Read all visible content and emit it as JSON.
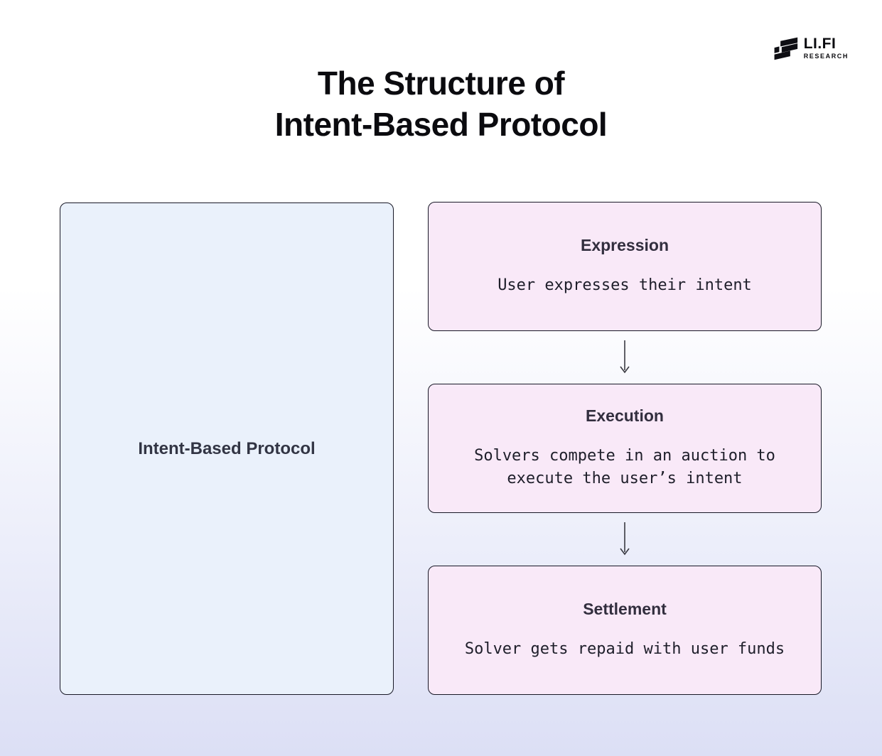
{
  "page": {
    "title_line1": "The Structure of",
    "title_line2": "Intent-Based Protocol"
  },
  "logo": {
    "brand": "LI.FI",
    "sub": "RESEARCH",
    "icon": "lifi-glitch-mark"
  },
  "left_panel": {
    "label": "Intent-Based Protocol"
  },
  "flow": {
    "steps": [
      {
        "title": "Expression",
        "description": "User expresses their intent"
      },
      {
        "title": "Execution",
        "description": "Solvers compete in an auction to execute the user’s intent"
      },
      {
        "title": "Settlement",
        "description": "Solver gets repaid with user funds"
      }
    ],
    "connector_icon": "arrow-down-icon"
  },
  "colors": {
    "background_top": "#ffffff",
    "background_bottom": "#dcdff5",
    "left_panel_fill": "#eaf1fb",
    "step_box_fill": "#f9e9f8",
    "border": "#181826",
    "title_text": "#0b0b0f",
    "heading_text": "#322e3e",
    "body_text": "#1e1e2a",
    "arrow": "#3a3a42"
  }
}
